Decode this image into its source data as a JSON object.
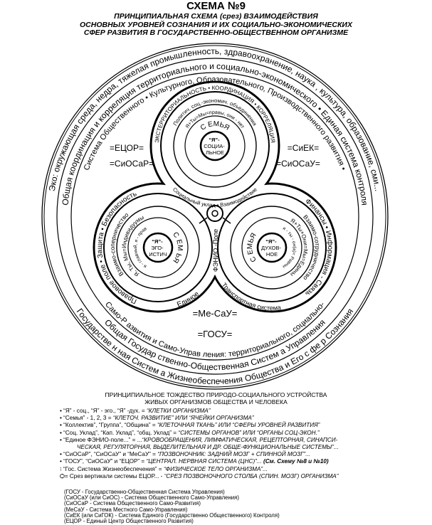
{
  "header": {
    "title": "СХЕМА №9",
    "subtitle_lines": [
      "ПРИНЦИПИАЛЬНАЯ СХЕМА (срез) ВЗАИМОДЕЙСТВИЯ",
      "ОСНОВНЫХ УРОВНЕЙ СОЗНАНИЯ И ИХ СОЦИАЛЬНО-ЭКОНОМИЧЕСКИХ",
      "СФЕР РАЗВИТИЯ В ГОСУДАРСТВЕННО-ОБЩЕСТВЕННОМ ОРГАНИЗМЕ"
    ]
  },
  "diagram": {
    "ring1_top": "Эко: окружающая среда, недра, тяжелая промышленность, здравоохранение, наука , культура, образование, сми...",
    "ring1_bottom": "Государстве н ная Систем а Жизнеобеспечения Общества и Его с фе р Сознания",
    "ring2_top": "Общая координация и корреляция территориального и социально-экономического • Единая система контроля",
    "ring2_bottom": "Общая Государ ственно-Общественная Систем а Управления",
    "ring3_top": "Система Общественного • Культурного, Образовательного, Производственного развития •",
    "ring3_bottom": "Само-Р азвития и Само-Управ ления: территориального, социально-",
    "top_lobe": {
      "ring_a": "ЭКСТЕРРИТОРИАЛЬНОСТЬ • КООРДИНАЦИЯ • КОРРЕЛЯЦИЯ",
      "ring_b": "Политич. соц.-экономич. объединения",
      "ring_c": "Я+Ты=Мы=правы, они - нет",
      "ring_low": "Социальный уклад • Взаимодействие",
      "family": "С ЕМЬЯ",
      "center": [
        "“Я”-",
        "СОЦИА-",
        "ЛЬНОЕ"
      ]
    },
    "left_lobe": {
      "ring_a": "Правовое поле • Защита • Безопасность",
      "ring_b": "Взаимо-соперничество",
      "ring_c": "Я, Ты, Мы=Индивидуумы",
      "ring_d": "я - главный, я - прав",
      "family": "С ЕМ ЬЯ",
      "center": [
        "“Я”-",
        "ЭГО-",
        "ИСТИЧ"
      ]
    },
    "right_lobe": {
      "ring_a": "Финансы • Информация - Связь",
      "ring_b": "Взаимо-сотрудничество",
      "ring_c": "Я+Ты+Они=Мы=Едины",
      "ring_d": "я - ты - он(а)= Равны",
      "family": "С ЕМЬЯ",
      "center": [
        "“Я”-",
        "ДУХОВ-",
        "НОЕ"
      ]
    },
    "labels": {
      "ecor": "=ЕЦОР=",
      "siosar": "=СиОСаР=",
      "siosau": "=СиОСаУ=",
      "siek": "=СиЕК=",
      "mesau": "=Ме-СаУ=",
      "gosu": "=ГОСУ=",
      "fenio": "ФЭНИО -Поле",
      "edinoe": "Единое",
      "transport": "Транспортная  система"
    }
  },
  "legend": {
    "heading_lines": [
      "ПРИНЦИПИАЛЬНОЕ ТОЖДЕСТВО ПРИРОДО-СОЦИАЛЬНОГО УСТРОЙСТВА",
      "ЖИВЫХ ОРГАНИЗМОВ  ОБЩЕСТВА И ЧЕЛОВЕКА"
    ],
    "items": [
      {
        "left": "“Я” - соц., “Я” - эго., “Я” -дух. = ",
        "right": "“КЛЕТКИ ОРГАНИЗМА”"
      },
      {
        "left": "“Семья” - 1, 2, 3 = ",
        "right": "“КЛЕТОЧ. РАЗВИТИЕ” ИЛИ “ЯЧЕЙКИ ОРГАНИЗМА”"
      },
      {
        "left": "“Коллектив”, “Группа”, “Община” = ",
        "right": "“КЛЕТОЧНАЯ ТКАНЬ” ИЛИ “СФЕРЫ УРОВНЕЙ РАЗВИТИЯ”"
      },
      {
        "left": "“Соц. Уклад”, “Кап. Уклад”, “общ. Уклад” = ",
        "right": "“СИСТЕМЫ ОРГАНОВ” ИЛИ “ОРГАНЫ СОЦ-ЭКОН.”"
      },
      {
        "left": "“Единое ФЭНИО-поле...” = ...",
        "right": "“КРОВООБРАЩЕНИЯ, ЛИМФАТИЧЕСКАЯ, РЕЦЕПТОРНАЯ, СИНАПСИ-",
        "cont": "ЧЕСКАЯ, РЕГУЛЯТОРНАЯ, ВЫДЕЛИТЕЛЬНАЯ И ДР. ОБЩЕ-ФУНКЦИОНАЛЬНЫЕ СИСТЕМЫ”..."
      },
      {
        "left": "“СиОСаР”, “СиОСаУ” и “МеСаУ” = ",
        "right": "“ПОЗВОНОЧНИК: ЗАДНИЙ МОЗГ + СПИННОЙ МОЗГ”..."
      },
      {
        "left": "“ГОСУ”, “СиОСаУ” и “ЕЦОР” = ",
        "right": "“ЦЕНТРАЛ. НЕРВНАЯ СИСТЕМА (ЦНС)”... ",
        "extra": "(См. Схему №8 и №10)"
      },
      {
        "left": "“Гос. Система Жизнеобеспечения” = ",
        "right": "“ФИЗИЧЕСКОЕ  ТЕЛО ОРГАНИЗМА”..."
      },
      {
        "left": " Срез вертикали системы ЕЦОР... - ",
        "right": "“СРЕЗ ПОЗВОНОЧНОГО СТОЛБА (СПИН. МОЗГ) ОРГАНИЗМА”"
      }
    ],
    "abbreviations": [
      "(ГОСУ - Государственно-Общественная Система Управления)",
      "(СиОСаУ (или СиОС) - Система Общественного Само-Управления)",
      "(СиОСаР - Система Общественного Само-Развития)",
      "(МеСаУ - Система Местного Само-Управления)",
      "(СиЕК (или СиГОК)  - Система Единого (Государственно Общественного) Контроля)",
      "(ЕЦОР - Единый Центр Общественного Развития)"
    ]
  }
}
